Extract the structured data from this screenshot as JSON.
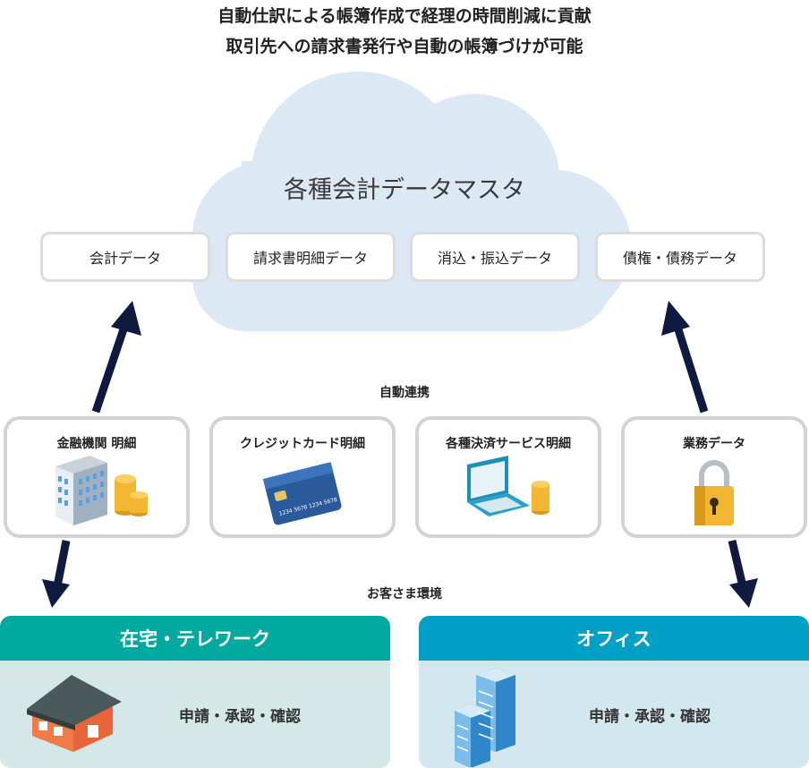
{
  "headline": {
    "line1": "自動仕訳による帳簿作成で経理の時間削減に貢献",
    "line2": "取引先への請求書発行や自動の帳簿づけが可能"
  },
  "cloud": {
    "title": "各種会計データマスタ",
    "boxes": [
      "会計データ",
      "請求書明細データ",
      "消込・振込データ",
      "債権・債務データ"
    ]
  },
  "middle_label": "自動連携",
  "sources": [
    {
      "label": "金融機関 明細",
      "icon": "bank-building-coins-icon"
    },
    {
      "label": "クレジットカード明細",
      "icon": "credit-card-icon",
      "card_number": "1234 5678 1234 5678"
    },
    {
      "label": "各種決済サービス明細",
      "icon": "laptop-coins-icon"
    },
    {
      "label": "業務データ",
      "icon": "padlock-icon"
    }
  ],
  "customer_label": "お客さま環境",
  "environments": [
    {
      "title": "在宅・テレワーク",
      "text": "申請・承認・確認",
      "header_color": "#00a99d",
      "body_color": "#d5e8e8",
      "icon": "house-icon"
    },
    {
      "title": "オフィス",
      "text": "申請・承認・確認",
      "header_color": "#00a0c6",
      "body_color": "#d3e7ef",
      "icon": "office-buildings-icon"
    }
  ],
  "colors": {
    "cloud": "#dce8f3",
    "arrow": "#101a40",
    "coin": "#f2b632",
    "card": "#2a5a9a"
  }
}
